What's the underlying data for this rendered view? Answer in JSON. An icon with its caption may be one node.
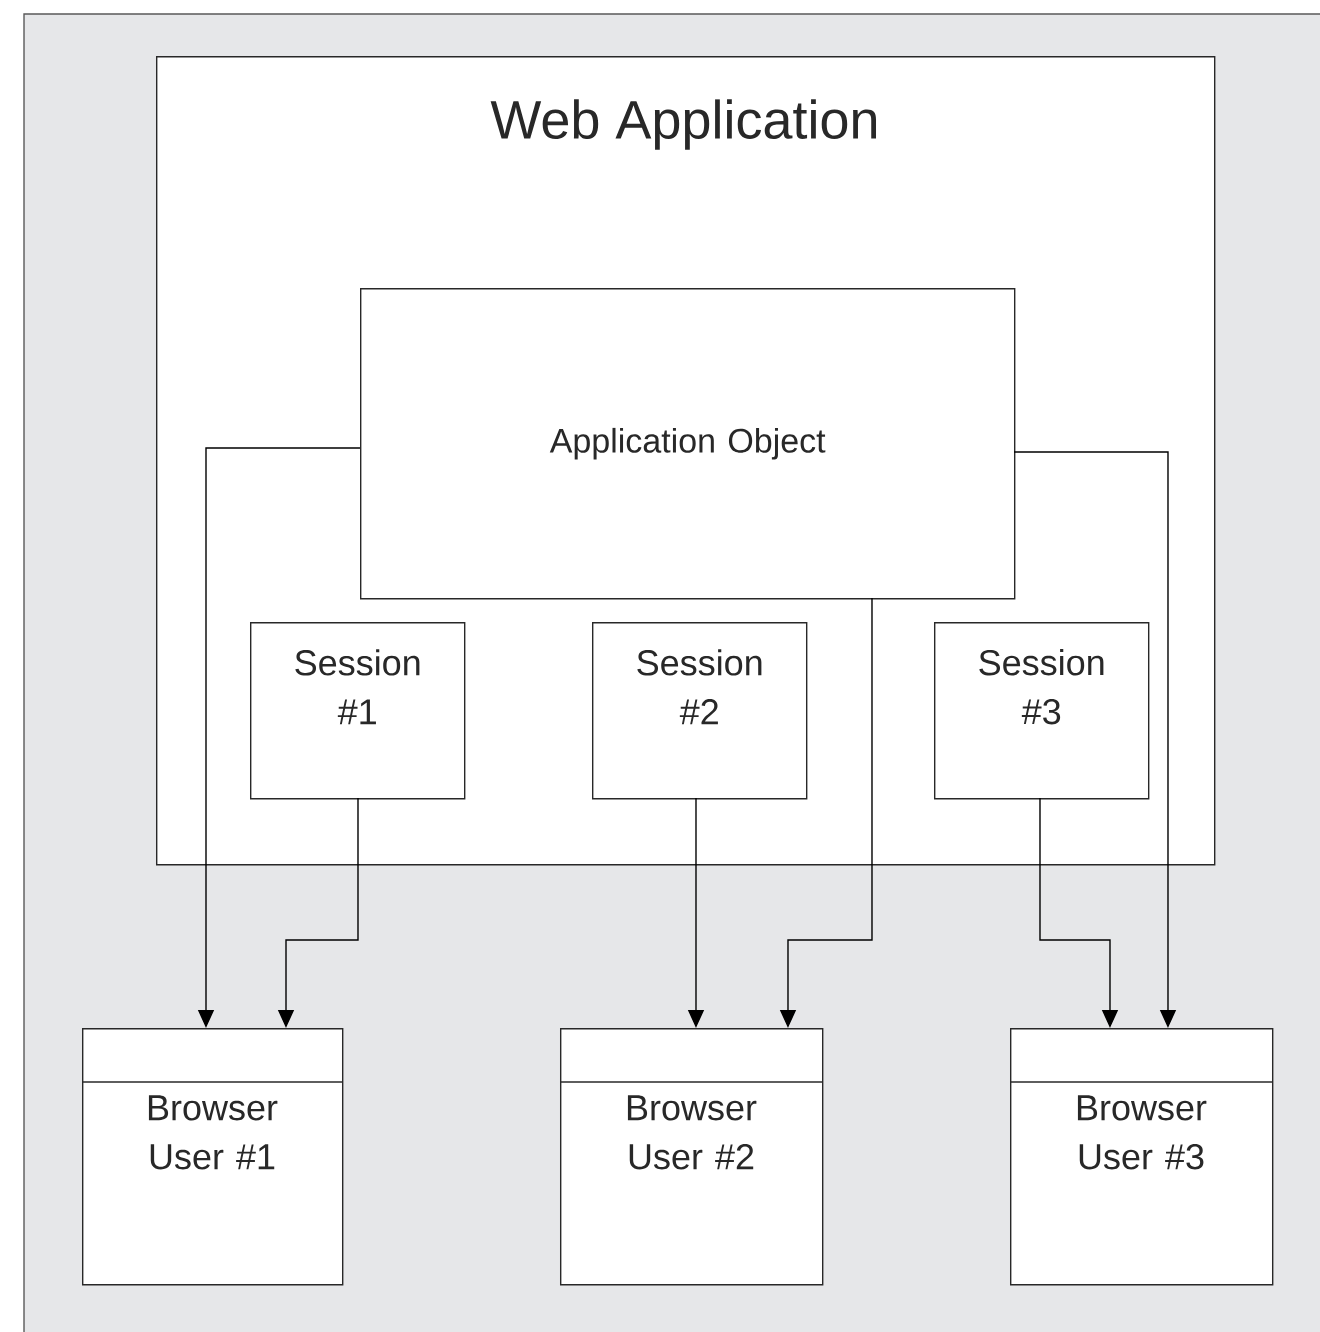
{
  "diagram": {
    "nodes": [
      {
        "text": [
          "Web Application"
        ]
      },
      {
        "text": [
          "Application Object"
        ],
        "in": 0
      },
      {
        "text": [
          "Session #1"
        ],
        "in": 0
      },
      {
        "text": [
          "Session #2"
        ],
        "in": 0
      },
      {
        "text": [
          "Session #3"
        ],
        "in": 0
      },
      {
        "text": [
          "Browser User #1"
        ]
      },
      {
        "text": [
          "Browser User #2"
        ]
      },
      {
        "text": [
          "Browser User #3"
        ]
      }
    ],
    "edges": [
      {
        "from": 1,
        "to": 5,
        "arrow": "to"
      },
      {
        "from": 2,
        "to": 5,
        "arrow": "to"
      },
      {
        "from": 3,
        "to": 6,
        "arrow": "to"
      },
      {
        "from": 1,
        "to": 6,
        "arrow": "to"
      },
      {
        "from": 4,
        "to": 7,
        "arrow": "to"
      },
      {
        "from": 1,
        "to": 7,
        "arrow": "to"
      }
    ]
  }
}
